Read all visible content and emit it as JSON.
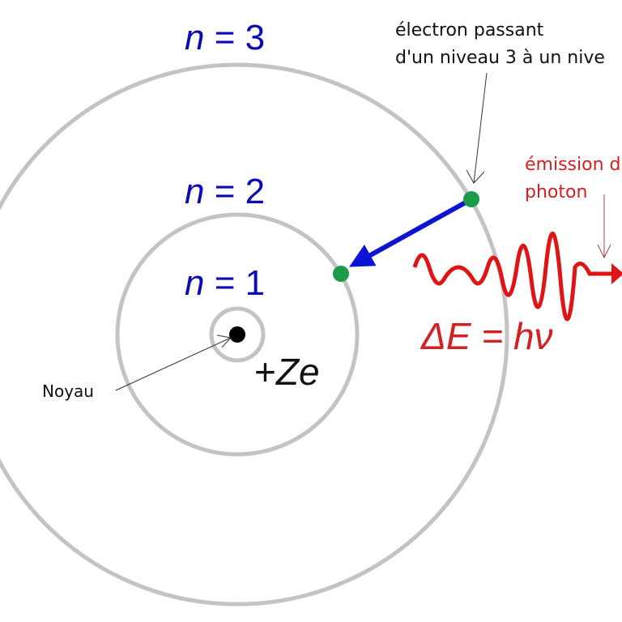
{
  "levels": {
    "n3": {
      "var": "n",
      "rest": " = 3"
    },
    "n2": {
      "var": "n",
      "rest": " = 2"
    },
    "n1": {
      "var": "n",
      "rest": " = 1"
    }
  },
  "nucleus": {
    "label": "Noyau",
    "charge_sign": "+",
    "charge_var": "Ze"
  },
  "electron_note": {
    "line1": "électron passant",
    "line2": "d'un niveau 3 à un nive"
  },
  "photon_note": {
    "line1": "émission d",
    "line2": "photon"
  },
  "energy_formula": "ΔE = hν",
  "colors": {
    "orbit": "#c3c3c3",
    "level_text": "#0a0ab4",
    "electron": "#1a9a4a",
    "transition": "#0a14d2",
    "photon": "#e01414"
  }
}
